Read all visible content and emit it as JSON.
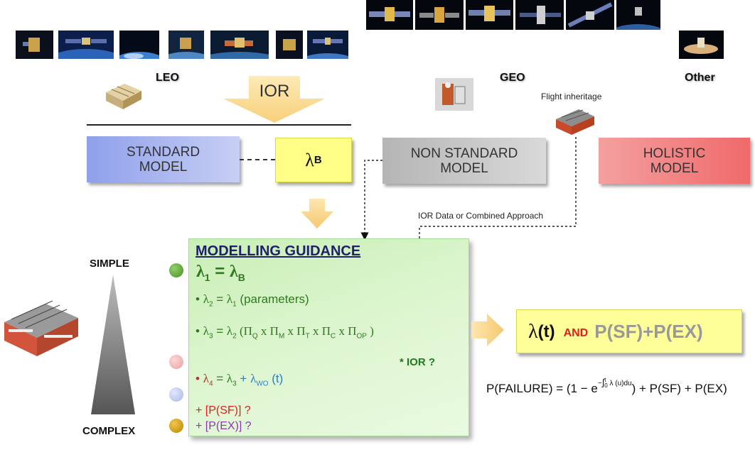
{
  "orbits": {
    "leo": "LEO",
    "geo": "GEO",
    "other": "Other"
  },
  "flight_inheritage": "Flight inheritage",
  "ior_arrow": "IOR",
  "models": {
    "standard": [
      "STANDARD",
      "MODEL"
    ],
    "non_standard": [
      "NON STANDARD",
      "MODEL"
    ],
    "holistic": [
      "HOLISTIC",
      "MODEL"
    ]
  },
  "lambda_b": {
    "symbol": "λ",
    "sub": "B"
  },
  "ior_data_label": "IOR Data or Combined Approach",
  "complexity": {
    "top": "SIMPLE",
    "bottom": "COMPLEX"
  },
  "guidance": {
    "title": "MODELLING GUIDANCE",
    "line1": {
      "lhs": "λ",
      "lhs_sub": "1",
      "eq": " = ",
      "rhs": "λ",
      "rhs_sub": "B"
    },
    "line2": {
      "bullet": "• ",
      "lhs": "λ",
      "lhs_sub": "2",
      "eq": " = ",
      "rhs": "λ",
      "rhs_sub": "1",
      "tail": " (parameters)"
    },
    "line3": {
      "bullet": "• ",
      "lhs": "λ",
      "lhs_sub": "3",
      "eq": " = ",
      "rhs": "λ",
      "rhs_sub": "2",
      "open": " (",
      "pi": "Π",
      "factors": [
        "Q",
        "M",
        "T",
        "C",
        "OP"
      ],
      "sep": " x ",
      "close": " )"
    },
    "ior_q": "* IOR ?",
    "line4": {
      "bullet": "• ",
      "lhs": "λ",
      "lhs_sub": "4",
      "eq": " = ",
      "rhs": "λ",
      "rhs_sub": "3",
      "plus": "  + ",
      "wo": "λ",
      "wo_sub": "WO",
      "tail": " (t)"
    },
    "psf": "+ [P(SF)] ?",
    "pex": "+ [P(EX)] ?"
  },
  "result": {
    "lambda": "λ",
    "t": "(t)",
    "and": "AND",
    "psf": "P(SF)+P(EX)"
  },
  "formula": {
    "lhs": "P(FAILURE) = (1 − e",
    "exp_minus": "−",
    "exp_upper": "t",
    "exp_lower": "0",
    "exp_integrand": "λ (u)du",
    "rhs": ") + P(SF) + P(EX)"
  },
  "colors": {
    "standard": "#9aa5e8",
    "non_standard": "#bdbdbd",
    "holistic": "#f08080",
    "lambda_box": "#ffff88",
    "result_box": "#ffff99",
    "dot_green": "#5aa02c",
    "dot_pink": "#f4b6b6",
    "dot_blue": "#c3cdf0",
    "dot_orange": "#d6a20a",
    "red": "#e02020",
    "purple": "#8a3ab0",
    "teal": "#2a7fbf",
    "green_text": "#1f7a1f"
  },
  "icons": [
    "satellite-thumb",
    "earth-orbit-thumb",
    "ior-arrow",
    "up-down-arrow",
    "triangle",
    "hardware-module"
  ]
}
